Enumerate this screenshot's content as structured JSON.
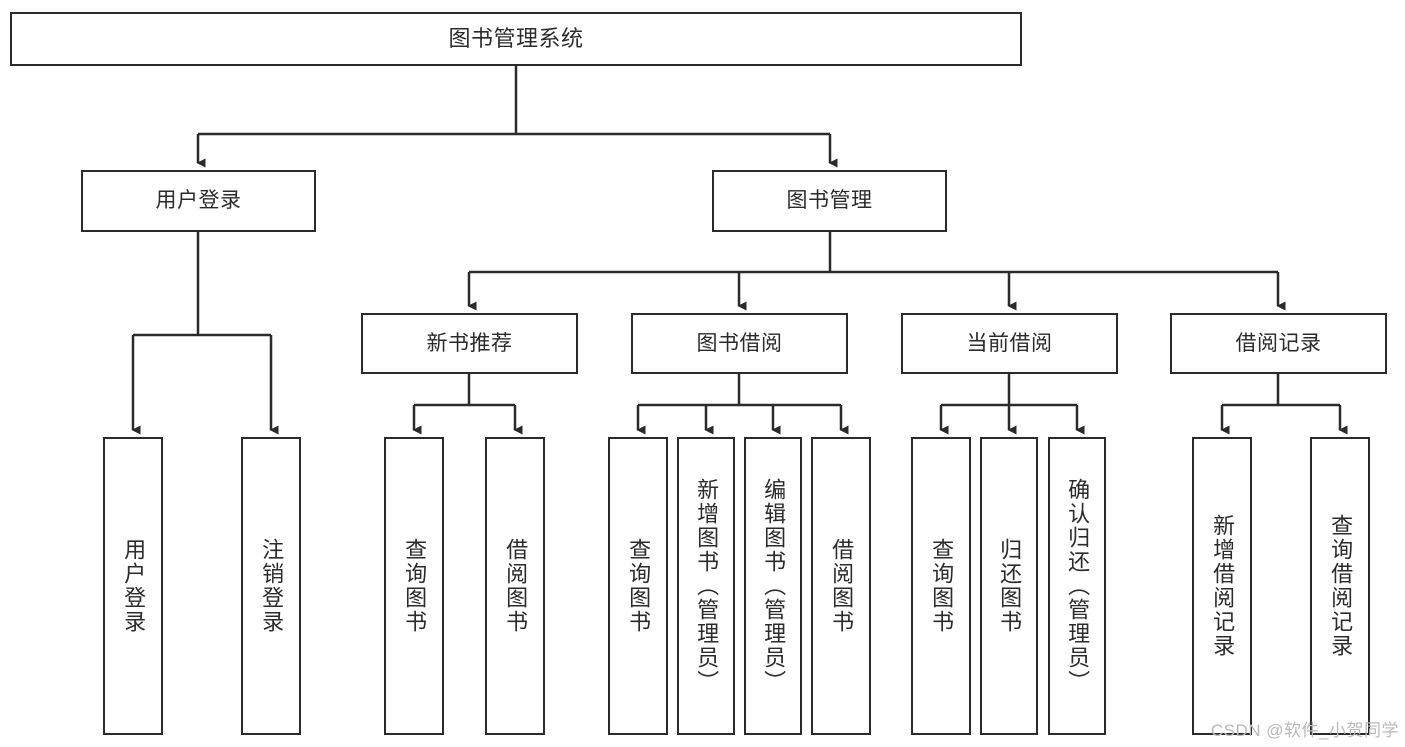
{
  "diagram": {
    "type": "tree-hierarchy",
    "title": "图书管理系统",
    "watermark": "CSDN @软件_小贺同学",
    "colors": {
      "stroke": "#2b2b2b",
      "fill": "#ffffff",
      "watermark": "#b9b9b9"
    },
    "levels": {
      "root": {
        "label": "图书管理系统"
      },
      "level1": [
        {
          "id": "user-login",
          "label": "用户登录"
        },
        {
          "id": "book-management",
          "label": "图书管理"
        }
      ],
      "level2": [
        {
          "id": "new-book-recommend",
          "label": "新书推荐",
          "parent": "book-management"
        },
        {
          "id": "book-borrow",
          "label": "图书借阅",
          "parent": "book-management"
        },
        {
          "id": "current-borrow",
          "label": "当前借阅",
          "parent": "book-management"
        },
        {
          "id": "borrow-record",
          "label": "借阅记录",
          "parent": "book-management"
        }
      ],
      "level3": [
        {
          "id": "leaf-user-login",
          "label": "用户登录",
          "parent": "user-login"
        },
        {
          "id": "leaf-logout-login",
          "label": "注销登录",
          "parent": "user-login"
        },
        {
          "id": "leaf-query-book-1",
          "label": "查询图书",
          "parent": "new-book-recommend"
        },
        {
          "id": "leaf-borrow-book-1",
          "label": "借阅图书",
          "parent": "new-book-recommend"
        },
        {
          "id": "leaf-query-book-2",
          "label": "查询图书",
          "parent": "book-borrow"
        },
        {
          "id": "leaf-add-book",
          "label": "新增图书（管理员）",
          "parent": "book-borrow"
        },
        {
          "id": "leaf-edit-book",
          "label": "编辑图书（管理员）",
          "parent": "book-borrow"
        },
        {
          "id": "leaf-borrow-book-2",
          "label": "借阅图书",
          "parent": "book-borrow"
        },
        {
          "id": "leaf-query-book-3",
          "label": "查询图书",
          "parent": "current-borrow"
        },
        {
          "id": "leaf-return-book",
          "label": "归还图书",
          "parent": "current-borrow"
        },
        {
          "id": "leaf-confirm-return",
          "label": "确认归还（管理员）",
          "parent": "current-borrow"
        },
        {
          "id": "leaf-add-record",
          "label": "新增借阅记录",
          "parent": "borrow-record"
        },
        {
          "id": "leaf-query-record",
          "label": "查询借阅记录",
          "parent": "borrow-record"
        }
      ]
    }
  }
}
